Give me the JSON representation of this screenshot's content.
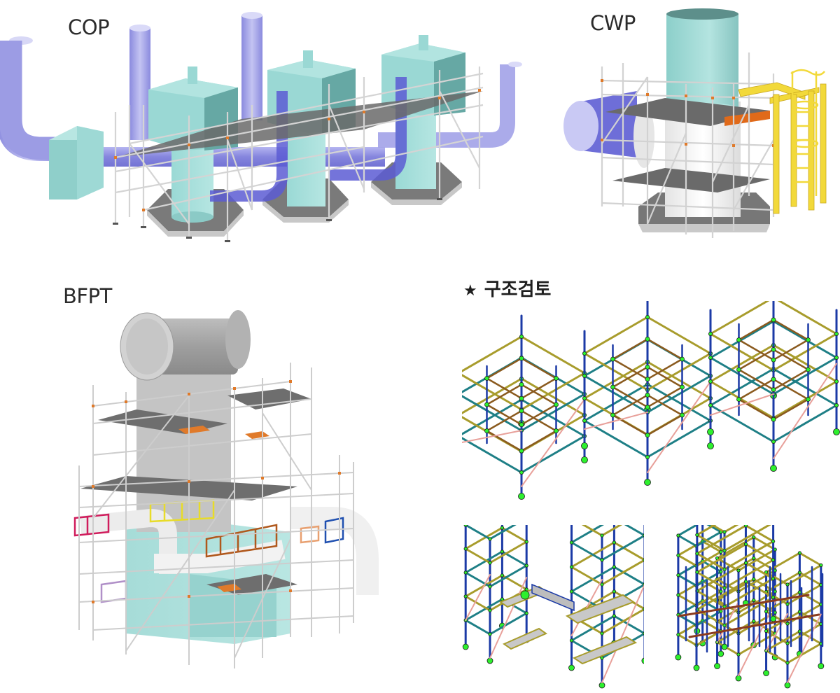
{
  "panels": {
    "cop": {
      "label": "COP"
    },
    "cwp": {
      "label": "CWP"
    },
    "bfpt": {
      "label": "BFPT"
    },
    "structural_review": {
      "label": "구조검토",
      "marker": "★",
      "models": [
        "zigzag-frame-model",
        "bridge-frame-model",
        "dense-frame-model"
      ]
    }
  },
  "colors": {
    "equipment_teal": "#9fdcd8",
    "equipment_teal_dark": "#5e9e9a",
    "pipe_purple": "#9e9ee6",
    "pipe_blue": "#5d5dd6",
    "scaffold_silver": "#cfcfcf",
    "scaffold_clamp": "#e07a2a",
    "deck_gray": "#6e6e6e",
    "base_gray": "#8a8a8a",
    "ladder_yellow": "#f2d93a",
    "fe_standard": "#1b3aa6",
    "fe_ledger": "#1e7f86",
    "fe_deck": "#a89c2c",
    "fe_brace": "#e8a09a",
    "fe_node": "#2ef02e"
  }
}
